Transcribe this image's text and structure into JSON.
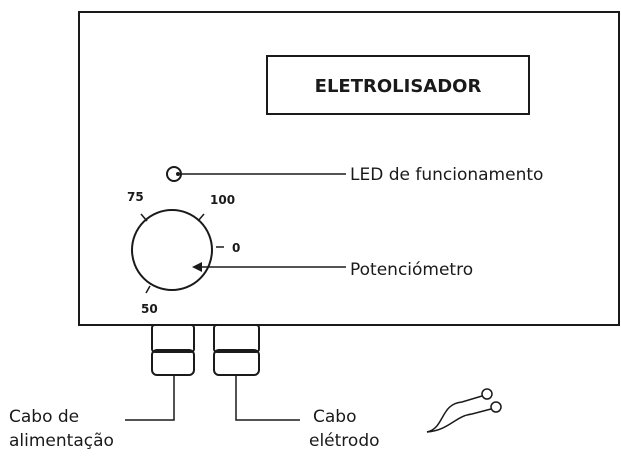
{
  "device": {
    "title": "ELETROLISADOR"
  },
  "labels": {
    "led": "LED de funcionamento",
    "potentiometer": "Potenciómetro",
    "power_cable_line1": "Cabo de",
    "power_cable_line2": "alimentação",
    "electrode_cable_line1": "Cabo",
    "electrode_cable_line2": "elétrodo"
  },
  "dial": {
    "ticks": [
      {
        "label": "75"
      },
      {
        "label": "100"
      },
      {
        "label": "0"
      },
      {
        "label": "50"
      }
    ]
  },
  "colors": {
    "line": "#1a1a1a",
    "background": "#ffffff"
  }
}
